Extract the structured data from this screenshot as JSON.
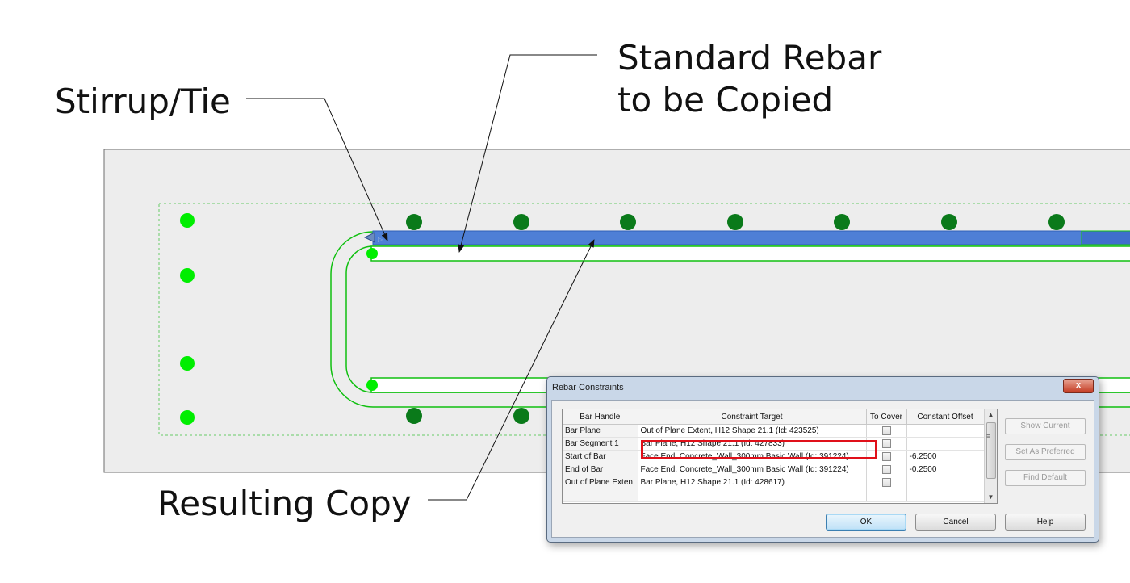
{
  "callouts": {
    "stirrup": "Stirrup/Tie",
    "standard_line1": "Standard Rebar",
    "standard_line2": "to be Copied",
    "resulting": "Resulting Copy"
  },
  "colors": {
    "bright_rebar": "#00ee00",
    "dark_rebar": "#0a7a1a",
    "selected_bar": "#4e7fd6",
    "wall_fill": "#ededed",
    "highlight": "#e0101a"
  },
  "dialog": {
    "title": "Rebar Constraints",
    "close_label": "x",
    "columns": {
      "handle": "Bar Handle",
      "target": "Constraint Target",
      "cover": "To Cover",
      "offset": "Constant Offset"
    },
    "rows": [
      {
        "handle": "Bar Plane",
        "target": "Out of Plane Extent, H12 Shape 21.1 (Id: 423525)",
        "offset": ""
      },
      {
        "handle": "Bar Segment 1",
        "target": "Bar Plane, H12 Shape 21.1 (Id: 427833)",
        "offset": ""
      },
      {
        "handle": "Start of Bar",
        "target": "Face End, Concrete_Wall_300mm Basic Wall (Id: 391224)",
        "offset": "-6.2500"
      },
      {
        "handle": "End of Bar",
        "target": "Face End, Concrete_Wall_300mm Basic Wall (Id: 391224)",
        "offset": "-0.2500"
      },
      {
        "handle": "Out of Plane Exten",
        "target": "Bar Plane, H12 Shape 21.1 (Id: 428617)",
        "offset": ""
      }
    ],
    "buttons": {
      "show_current": "Show Current",
      "set_preferred": "Set As Preferred",
      "find_default": "Find Default",
      "ok": "OK",
      "cancel": "Cancel",
      "help": "Help"
    }
  }
}
